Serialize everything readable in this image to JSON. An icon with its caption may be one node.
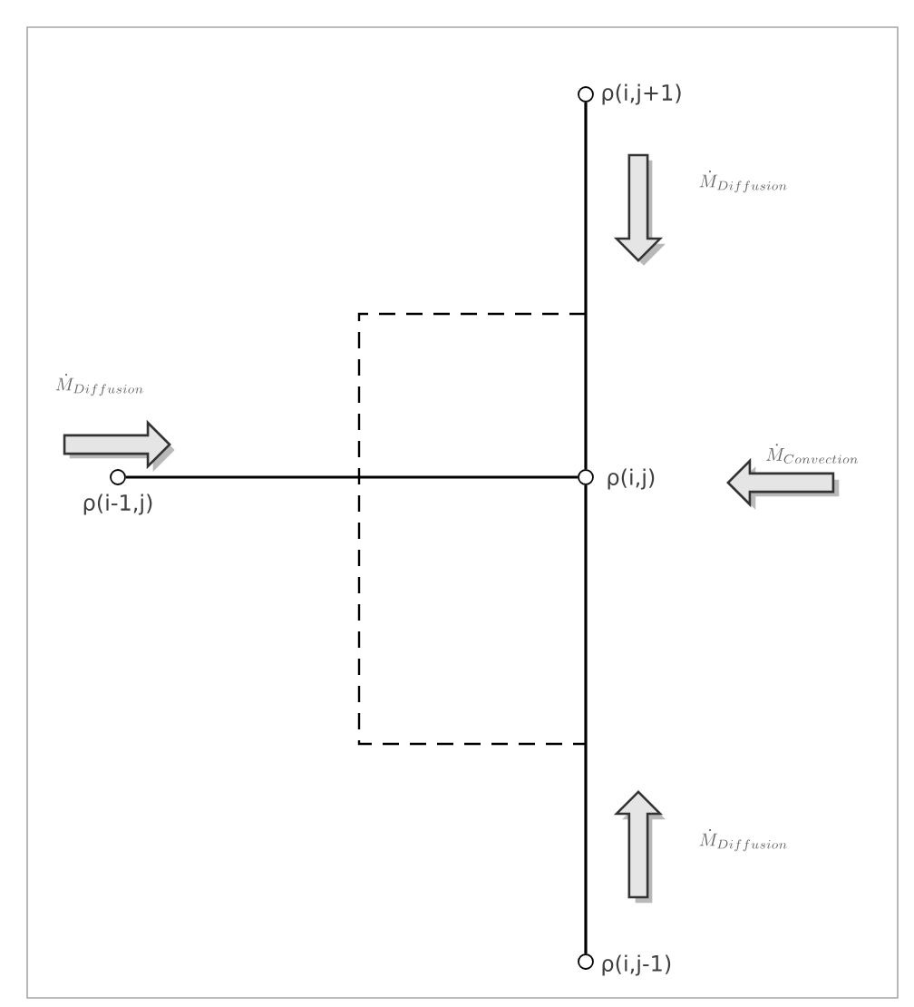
{
  "diagram": {
    "nodes": [
      {
        "text": [],
        "shape": "circle",
        "beside": [
          "ρ(i,j+1)"
        ]
      },
      {
        "text": [],
        "shape": "circle",
        "beside": [
          "ρ(i-1,j)"
        ]
      },
      {
        "text": [],
        "shape": "circle",
        "beside": [
          "ρ(i,j)"
        ]
      },
      {
        "text": [],
        "shape": "circle",
        "beside": [
          "ρ(i,j-1)"
        ]
      }
    ],
    "edges": [
      {
        "from": 2,
        "to": 0,
        "arrow": "none"
      },
      {
        "from": 1,
        "to": 2,
        "arrow": "none"
      },
      {
        "from": 2,
        "to": 3,
        "arrow": "none"
      }
    ],
    "labels": [
      "\\dot{M}_{Diffusion}",
      "\\dot{M}_{Diffusion}",
      "\\dot{M}_{Convection}",
      "\\dot{M}_{Diffusion}"
    ]
  }
}
